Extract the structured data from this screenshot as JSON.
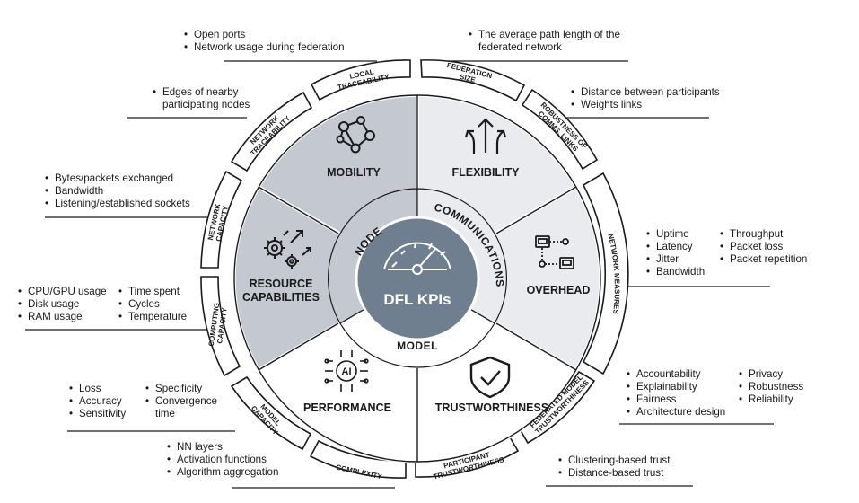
{
  "center": {
    "title": "DFL KPIs",
    "icon": "speedometer-icon"
  },
  "groups": {
    "node": "NODE",
    "communications": "COMMUNICATIONS",
    "model": "MODEL"
  },
  "segments": {
    "mobility": {
      "title": "MOBILITY",
      "icon": "network-graph-icon"
    },
    "flexibility": {
      "title": "FLEXIBILITY",
      "icon": "branching-arrows-icon"
    },
    "overhead": {
      "title": "OVERHEAD",
      "icon": "connected-devices-icon"
    },
    "trustworthiness": {
      "title": "TRUSTWORTHINESS",
      "icon": "shield-check-icon"
    },
    "performance": {
      "title": "PERFORMANCE",
      "icon": "ai-chip-icon"
    },
    "resource": {
      "title_line1": "RESOURCE",
      "title_line2": "CAPABILITIES",
      "icon": "gears-icon"
    }
  },
  "bands": {
    "local_traceability": [
      "LOCAL",
      "TRACEABILITY"
    ],
    "federation_size": [
      "FEDERATION",
      "SIZE"
    ],
    "robustness": [
      "ROBUSTNESS OF",
      "COMMS. LINKS"
    ],
    "network_measures": [
      "NETWORK MEASURES"
    ],
    "federated_model_trust": [
      "FEDERATED MODEL",
      "TRUSTWORTHINESS"
    ],
    "participant_trust": [
      "PARTICIPANT",
      "TRUSTWORTHINESS"
    ],
    "complexity": [
      "COMPLEXITY"
    ],
    "model_capacity": [
      "MODEL",
      "CAPACITY"
    ],
    "computing_capacity": [
      "COMPUTING",
      "CAPACITY"
    ],
    "network_capacity": [
      "NETWORK",
      "CAPACITY"
    ],
    "network_traceability": [
      "NETWORK",
      "TRACEABILITY"
    ]
  },
  "notes": {
    "local_traceability": [
      "Open ports",
      "Network usage during federation"
    ],
    "federation_size": [
      "The average path length of the",
      "federated network"
    ],
    "network_traceability": [
      "Edges of nearby",
      "participating nodes"
    ],
    "robustness": [
      "Distance between participants",
      "Weights links"
    ],
    "network_capacity": [
      "Bytes/packets exchanged",
      "Bandwidth",
      "Listening/established sockets"
    ],
    "network_measures_a": [
      "Uptime",
      "Latency",
      "Jitter",
      "Bandwidth"
    ],
    "network_measures_b": [
      "Throughput",
      "Packet loss",
      "Packet repetition"
    ],
    "computing_a": [
      "CPU/GPU usage",
      "Disk usage",
      "RAM usage"
    ],
    "computing_b": [
      "Time spent",
      "Cycles",
      "Temperature"
    ],
    "federated_trust_a": [
      "Accountability",
      "Explainability",
      "Fairness",
      "Architecture design"
    ],
    "federated_trust_b": [
      "Privacy",
      "Robustness",
      "Reliability"
    ],
    "model_capacity_a": [
      "Loss",
      "Accuracy",
      "Sensitivity"
    ],
    "model_capacity_b": [
      "Specificity",
      "Convergence",
      "time"
    ],
    "participant_trust": [
      "Clustering-based trust",
      "Distance-based trust"
    ],
    "complexity": [
      "NN layers",
      "Activation functions",
      "Algorithm aggregation"
    ]
  },
  "colors": {
    "gray_fill": "#c4c9d1",
    "light_fill": "#e9ebef",
    "white_fill": "#ffffff",
    "hub": "#6f7f90",
    "stroke": "#1a1a1a"
  }
}
